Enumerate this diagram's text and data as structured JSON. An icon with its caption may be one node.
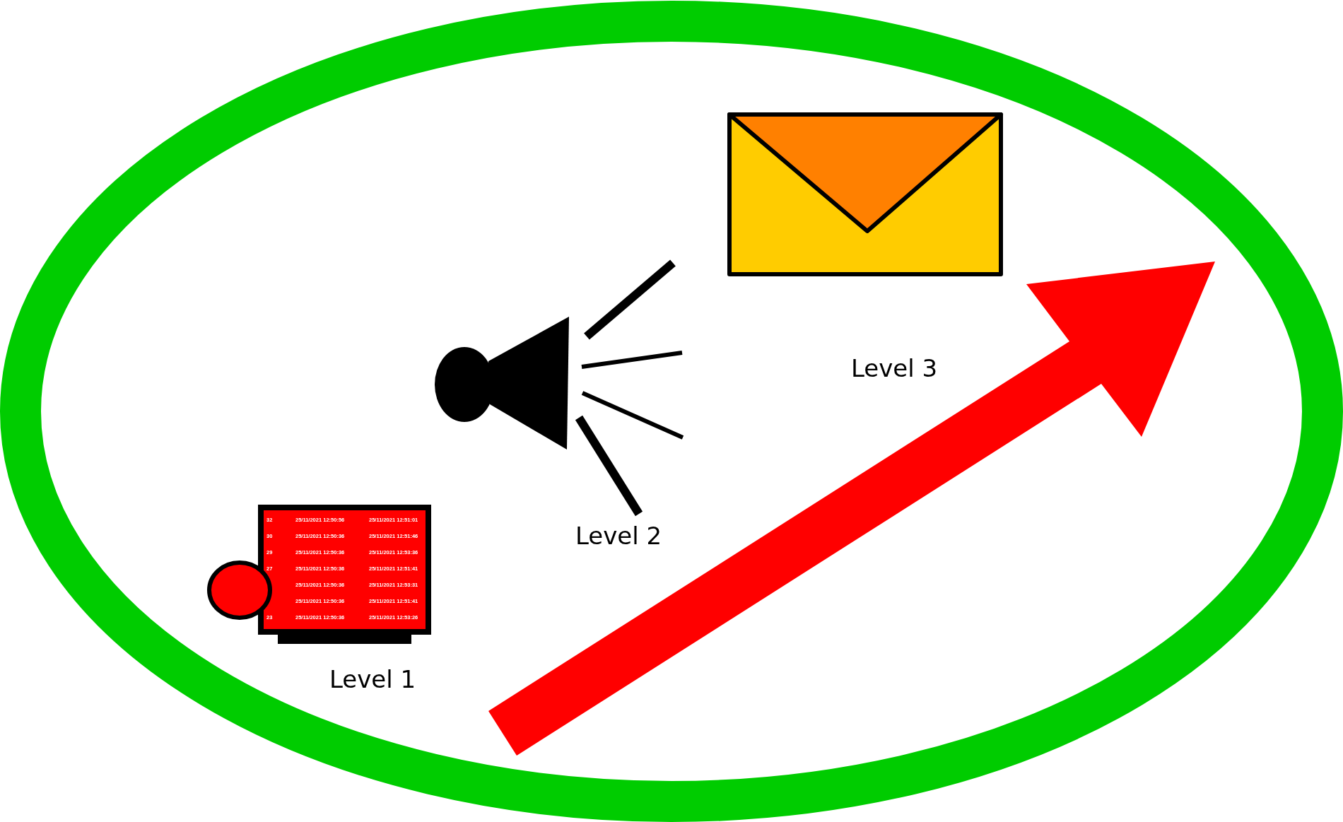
{
  "diagram": {
    "labels": [
      "Level 3",
      "Level 2",
      "32",
      "25/11/2021 12:50:56",
      "25/11/2021 12:51:01",
      "30",
      "25/11/2021 12:50:36",
      "25/11/2021 12:51:46",
      "29",
      "25/11/2021 12:50:36",
      "25/11/2021 12:53:36",
      "27",
      "25/11/2021 12:50:36",
      "25/11/2021 12:51:41",
      "25/11/2021 12:50:36",
      "25/11/2021 12:53:31",
      "25/11/2021 12:50:36",
      "25/11/2021 12:51:41",
      "23",
      "25/11/2021 12:50:36",
      "25/11/2021 12:53:26",
      "Level 1"
    ]
  }
}
